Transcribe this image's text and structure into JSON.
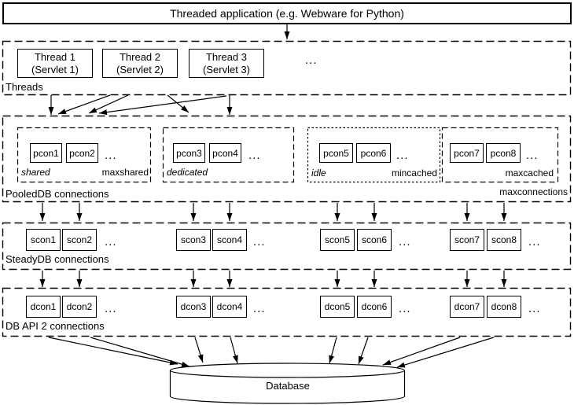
{
  "colors": {
    "ink": "#000000",
    "background": "#ffffff"
  },
  "diagram": {
    "title": "Threaded application (e.g. Webware for Python)",
    "ellipsis": "...",
    "threads": {
      "label": "Threads",
      "items": [
        {
          "name": "Thread 1",
          "servlet": "(Servlet 1)"
        },
        {
          "name": "Thread 2",
          "servlet": "(Servlet 2)"
        },
        {
          "name": "Thread 3",
          "servlet": "(Servlet 3)"
        }
      ]
    },
    "pool": {
      "label": "PooledDB connections",
      "capacity_label": "maxconnections",
      "groups": [
        {
          "left_label": "shared",
          "right_label": "maxshared",
          "cons": [
            "pcon1",
            "pcon2"
          ]
        },
        {
          "left_label": "dedicated",
          "right_label": "",
          "cons": [
            "pcon3",
            "pcon4"
          ]
        },
        {
          "left_label": "idle",
          "right_label": "mincached",
          "cons": [
            "pcon5",
            "pcon6"
          ]
        },
        {
          "left_label": "",
          "right_label": "maxcached",
          "cons": [
            "pcon7",
            "pcon8"
          ]
        }
      ]
    },
    "steady": {
      "label": "SteadyDB connections",
      "cons": [
        "scon1",
        "scon2",
        "scon3",
        "scon4",
        "scon5",
        "scon6",
        "scon7",
        "scon8"
      ]
    },
    "dbapi": {
      "label": "DB API 2 connections",
      "cons": [
        "dcon1",
        "dcon2",
        "dcon3",
        "dcon4",
        "dcon5",
        "dcon6",
        "dcon7",
        "dcon8"
      ]
    },
    "database": {
      "label": "Database"
    }
  }
}
